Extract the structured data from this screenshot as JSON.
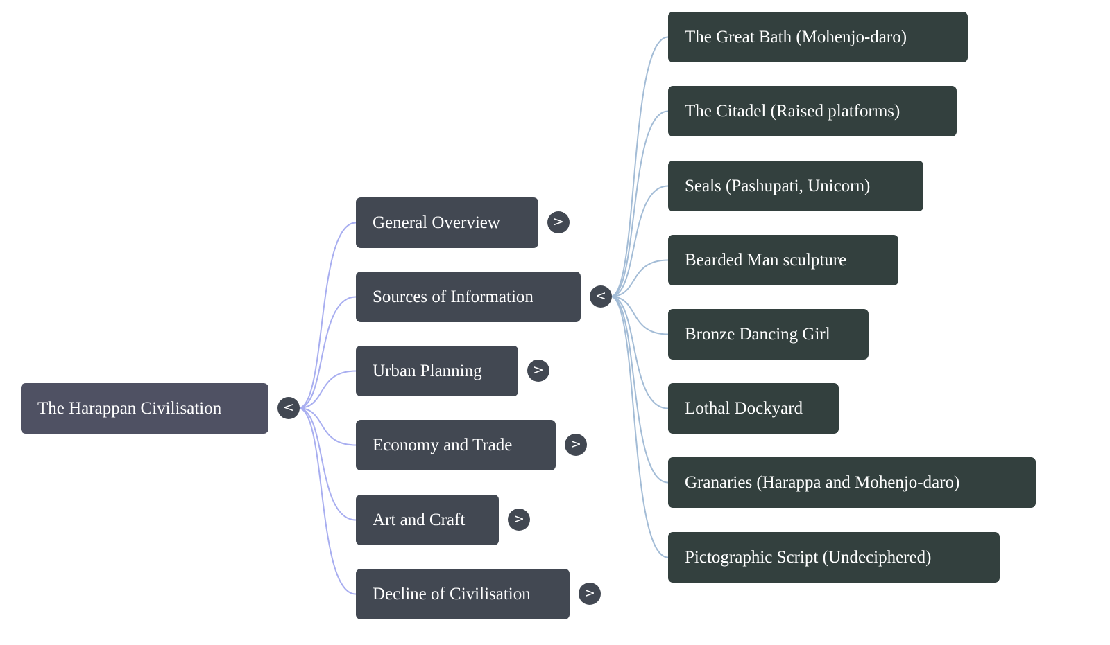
{
  "mindmap": {
    "colors": {
      "root_fill": "#4f5163",
      "branch_fill": "#424852",
      "leaf_fill": "#33403e",
      "root_link": "#a8aef0",
      "leaf_link": "#a3bcd6",
      "text": "#ffffff"
    },
    "root": {
      "label": "The Harappan Civilisation",
      "toggle": "<",
      "expanded": true
    },
    "branches": [
      {
        "label": "General Overview",
        "toggle": ">",
        "expanded": false
      },
      {
        "label": "Sources of Information",
        "toggle": "<",
        "expanded": true
      },
      {
        "label": "Urban Planning",
        "toggle": ">",
        "expanded": false
      },
      {
        "label": "Economy and Trade",
        "toggle": ">",
        "expanded": false
      },
      {
        "label": "Art and Craft",
        "toggle": ">",
        "expanded": false
      },
      {
        "label": "Decline of Civilisation",
        "toggle": ">",
        "expanded": false
      }
    ],
    "sources_children": [
      {
        "label": "The Great Bath (Mohenjo-daro)"
      },
      {
        "label": "The Citadel (Raised platforms)"
      },
      {
        "label": "Seals (Pashupati, Unicorn)"
      },
      {
        "label": "Bearded Man sculpture"
      },
      {
        "label": "Bronze Dancing Girl"
      },
      {
        "label": "Lothal Dockyard"
      },
      {
        "label": "Granaries (Harappa and Mohenjo-daro)"
      },
      {
        "label": "Pictographic Script (Undeciphered)"
      }
    ]
  }
}
